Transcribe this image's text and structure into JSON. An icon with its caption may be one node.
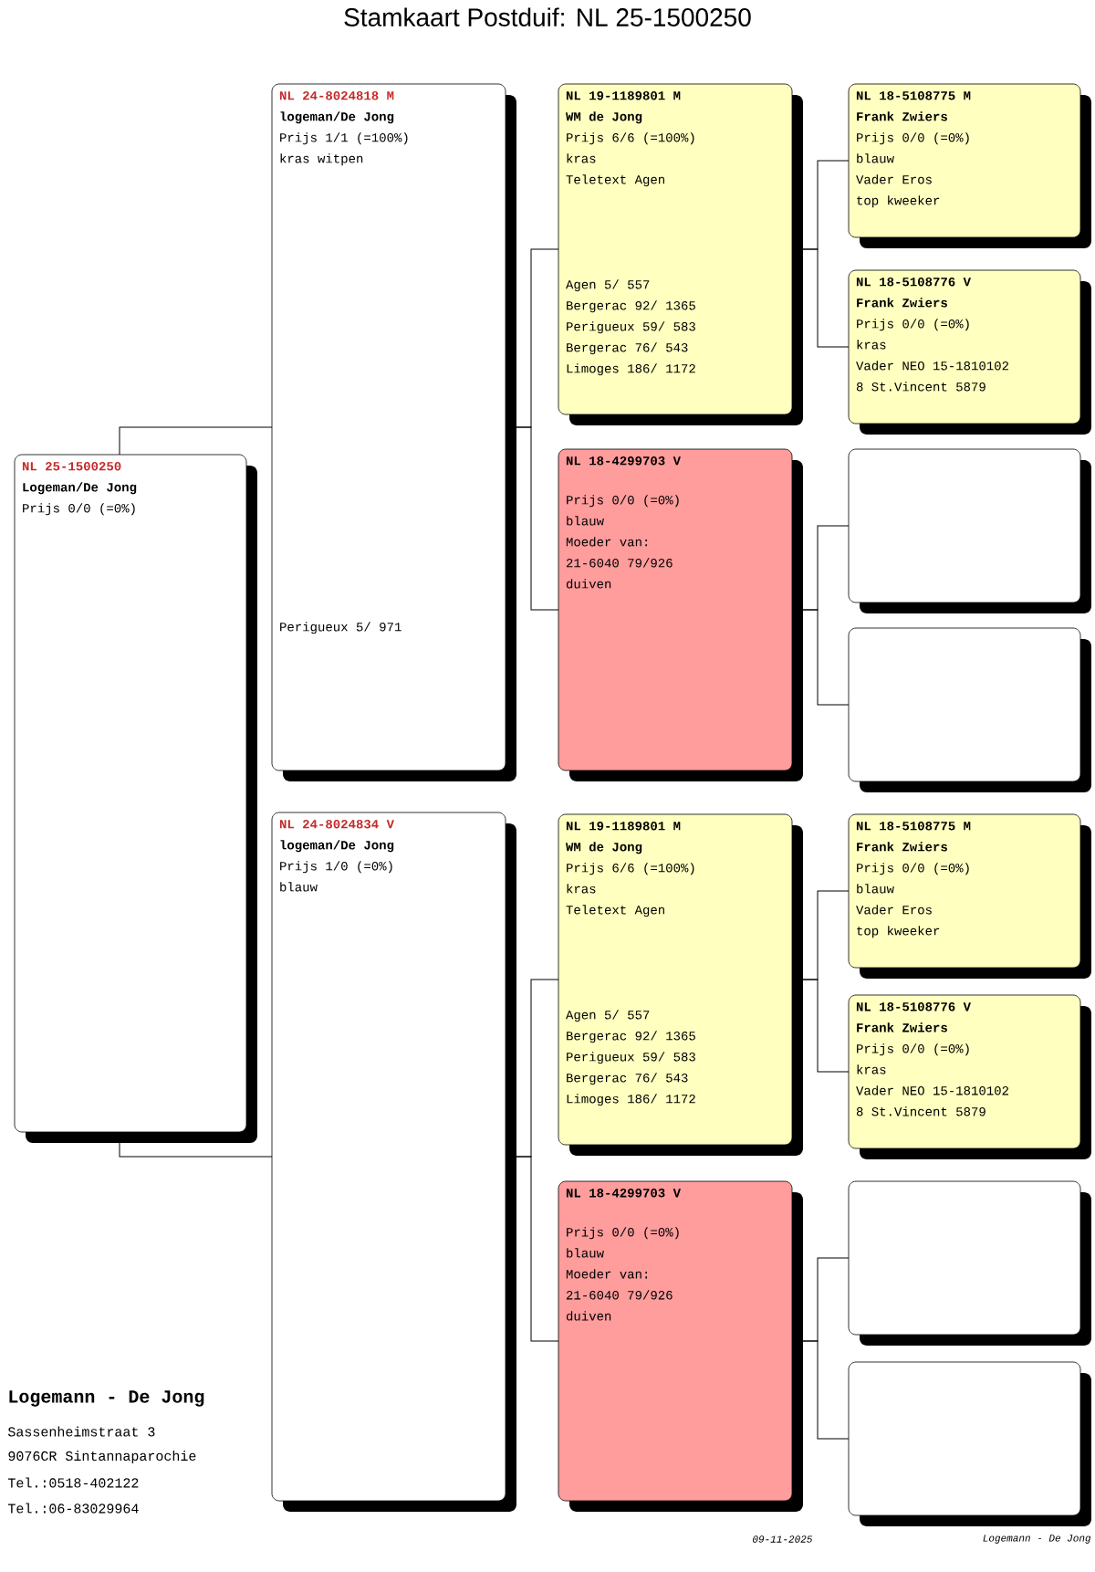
{
  "diagram": {
    "title": "Stamkaart Postduif: NL 25-1500250",
    "nodes": [
      {
        "text": [
          "NL 25-1500250",
          "Logeman/De Jong",
          "Prijs 0/0 (=0%)"
        ]
      },
      {
        "text": [
          "NL 24-8024818 M",
          "logeman/De Jong",
          "Prijs 1/1 (=100%)",
          "kras witpen",
          "Perigueux 5/ 971"
        ]
      },
      {
        "text": [
          "NL 24-8024834 V",
          "logeman/De Jong",
          "Prijs 1/0 (=0%)",
          "blauw"
        ]
      },
      {
        "text": [
          "NL 19-1189801 M",
          "WM de Jong",
          "Prijs 6/6 (=100%)",
          "kras",
          "Teletext Agen",
          "Agen 5/ 557",
          "Bergerac 92/ 1365",
          "Perigueux 59/ 583",
          "Bergerac 76/ 543",
          "Limoges 186/ 1172"
        ]
      },
      {
        "text": [
          "NL 18-4299703 V",
          "Prijs 0/0 (=0%)",
          "blauw",
          "Moeder van:",
          "21-6040 79/926",
          "duiven"
        ]
      },
      {
        "text": [
          "NL 19-1189801 M",
          "WM de Jong",
          "Prijs 6/6 (=100%)",
          "kras",
          "Teletext Agen",
          "Agen 5/ 557",
          "Bergerac 92/ 1365",
          "Perigueux 59/ 583",
          "Bergerac 76/ 543",
          "Limoges 186/ 1172"
        ]
      },
      {
        "text": [
          "NL 18-4299703 V",
          "Prijs 0/0 (=0%)",
          "blauw",
          "Moeder van:",
          "21-6040 79/926",
          "duiven"
        ]
      },
      {
        "text": [
          "NL 18-5108775 M",
          "Frank Zwiers",
          "Prijs 0/0 (=0%)",
          "blauw",
          "Vader Eros",
          "top kweeker"
        ]
      },
      {
        "text": [
          "NL 18-5108776 V",
          "Frank Zwiers",
          "Prijs 0/0 (=0%)",
          "kras",
          "Vader NEO 15-1810102",
          "8 St.Vincent 5879"
        ]
      },
      {
        "text": [],
        "shape": "box"
      },
      {
        "text": [],
        "shape": "box"
      },
      {
        "text": [
          "NL 18-5108775 M",
          "Frank Zwiers",
          "Prijs 0/0 (=0%)",
          "blauw",
          "Vader Eros",
          "top kweeker"
        ]
      },
      {
        "text": [
          "NL 18-5108776 V",
          "Frank Zwiers",
          "Prijs 0/0 (=0%)",
          "kras",
          "Vader NEO 15-1810102",
          "8 St.Vincent 5879"
        ]
      },
      {
        "text": [],
        "shape": "box"
      },
      {
        "text": [],
        "shape": "box"
      }
    ],
    "edges": [
      {
        "from": 0,
        "to": 1,
        "arrow": "none"
      },
      {
        "from": 0,
        "to": 2,
        "arrow": "none"
      },
      {
        "from": 1,
        "to": 3,
        "arrow": "none"
      },
      {
        "from": 1,
        "to": 4,
        "arrow": "none"
      },
      {
        "from": 2,
        "to": 5,
        "arrow": "none"
      },
      {
        "from": 2,
        "to": 6,
        "arrow": "none"
      },
      {
        "from": 3,
        "to": 7,
        "arrow": "none"
      },
      {
        "from": 3,
        "to": 8,
        "arrow": "none"
      },
      {
        "from": 4,
        "to": 9,
        "arrow": "none"
      },
      {
        "from": 4,
        "to": 10,
        "arrow": "none"
      },
      {
        "from": 5,
        "to": 11,
        "arrow": "none"
      },
      {
        "from": 5,
        "to": 12,
        "arrow": "none"
      },
      {
        "from": 6,
        "to": 13,
        "arrow": "none"
      },
      {
        "from": 6,
        "to": 14,
        "arrow": "none"
      }
    ],
    "labels": [
      "Logemann - De Jong",
      "Sassenheimstraat 3",
      "9076CR Sintannaparochie",
      "Tel.:0518-402122",
      "Tel.:06-83029964",
      "09-11-2025",
      "Logemann - De Jong"
    ]
  }
}
